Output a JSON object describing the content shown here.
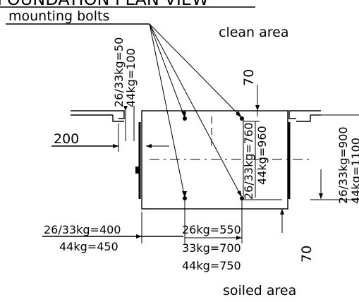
{
  "title": "FOUNDATION PLAN VIEW",
  "labels": {
    "mounting_bolts": "mounting bolts",
    "clean_area": "clean area",
    "soiled_area": "soiled area"
  },
  "dimensions": {
    "top_small_1": "26/33kg=50",
    "top_small_2": "44kg=100",
    "top_offset": "70",
    "left_offset": "200",
    "bolt_span_1": "26/33kg=760",
    "bolt_span_2": "44kg=960",
    "overall_depth_1": "26/33kg=900",
    "overall_depth_2": "44kg=1100",
    "left_width_1": "26/33kg=400",
    "left_width_2": "44kg=450",
    "bolt_width_1": "26kg=550",
    "bolt_width_2": "33kg=700",
    "bolt_width_3": "44kg=750",
    "bottom_offset": "70"
  }
}
